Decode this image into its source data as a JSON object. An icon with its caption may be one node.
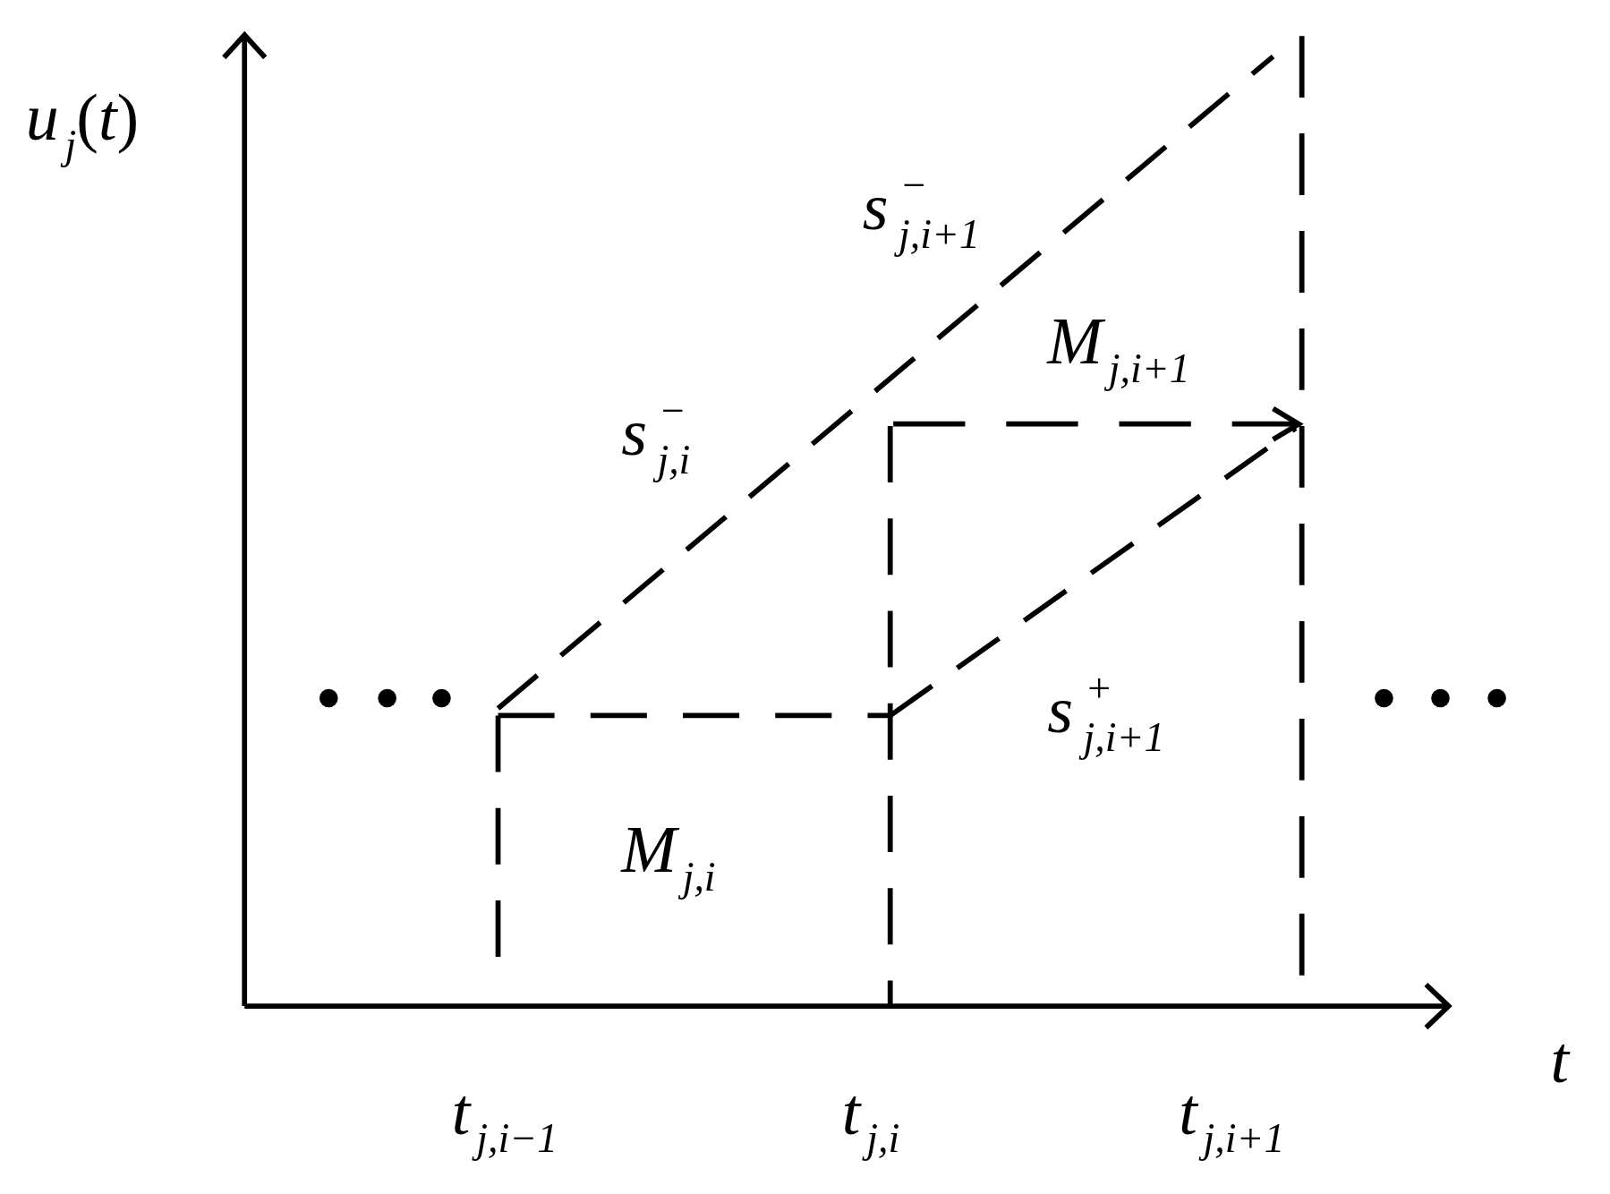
{
  "diagram": {
    "labels": [
      "*u*$_{j}$(*t*)",
      "*s*$^{−}$$_{j,i+1}$",
      "*M*$_{j,i+1}$",
      "*s*$^{−}$$_{j,i}$",
      "*s*$^{+}$$_{j,i+1}$",
      "*M*$_{j,i}$",
      "*t*",
      "*t*$_{j,i−1}$",
      "*t*$_{j,i}$",
      "*t*$_{j,i+1}$"
    ]
  }
}
